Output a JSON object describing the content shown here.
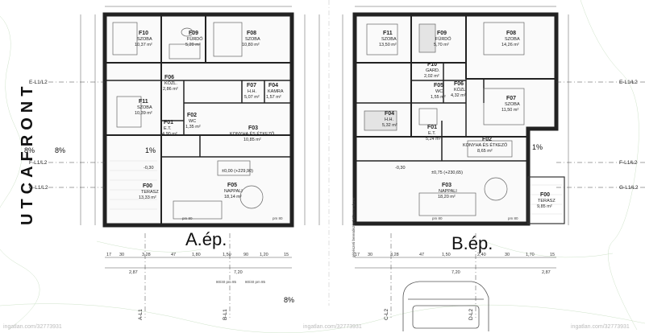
{
  "street_label": "UTCAFRONT",
  "buildings": [
    {
      "label": "A.ép."
    },
    {
      "label": "B.ép."
    }
  ],
  "rooms_a": [
    {
      "code": "F10",
      "name": "SZOBA",
      "area": "10,37 m²"
    },
    {
      "code": "F09",
      "name": "FÜRDŐ",
      "area": "5,20 m²"
    },
    {
      "code": "F08",
      "name": "SZOBA",
      "area": "10,80 m²"
    },
    {
      "code": "F06",
      "name": "KÖZL.",
      "area": "2,86 m²"
    },
    {
      "code": "F07",
      "name": "H.H.",
      "area": "5,07 m²"
    },
    {
      "code": "F04",
      "name": "KAMRA",
      "area": "1,57 m²"
    },
    {
      "code": "F11",
      "name": "SZOBA",
      "area": "10,39 m²"
    },
    {
      "code": "F02",
      "name": "WC",
      "area": "1,35 m²"
    },
    {
      "code": "F01",
      "name": "E.T.",
      "area": "4,90 m²"
    },
    {
      "code": "F03",
      "name": "KONYHA ÉS ÉTKEZŐ",
      "area": "10,85 m²"
    },
    {
      "code": "F00",
      "name": "TERASZ",
      "area": "13,33 m²"
    },
    {
      "code": "F05",
      "name": "NAPPALI",
      "area": "18,14 m²"
    }
  ],
  "rooms_b": [
    {
      "code": "F11",
      "name": "SZOBA",
      "area": "13,50 m²"
    },
    {
      "code": "F09",
      "name": "FÜRDŐ",
      "area": "5,70 m²"
    },
    {
      "code": "F08",
      "name": "SZOBA",
      "area": "14,26 m²"
    },
    {
      "code": "F10",
      "name": "GARD.",
      "area": "2,02 m²"
    },
    {
      "code": "F05",
      "name": "WC",
      "area": "1,55 m²"
    },
    {
      "code": "F06",
      "name": "KÖZL.",
      "area": "4,32 m²"
    },
    {
      "code": "F07",
      "name": "SZOBA",
      "area": "11,50 m²"
    },
    {
      "code": "F04",
      "name": "H.H.",
      "area": "5,32 m²"
    },
    {
      "code": "F01",
      "name": "E.T.",
      "area": "5,24 m²"
    },
    {
      "code": "F02",
      "name": "KONYHA ÉS ÉTKEZŐ",
      "area": "8,65 m²"
    },
    {
      "code": "F03",
      "name": "NAPPALI",
      "area": "18,20 m²"
    },
    {
      "code": "F00",
      "name": "TERASZ",
      "area": "9,85 m²"
    }
  ],
  "elevations": {
    "a_floor": "±0,00 (+229,90)",
    "a_terrace": "-0,30",
    "b_floor": "±0,75 (+230,65)",
    "b_terrace": "-0,30"
  },
  "slopes": [
    "8%",
    "1%",
    "8%",
    "1%",
    "8%"
  ],
  "section_lines_left": [
    "E-L1/L2",
    "F-L1/L2",
    "G-L1/L2"
  ],
  "section_lines_right": [
    "E-L1/L2",
    "F-L1/L2",
    "G-L1/L2"
  ],
  "section_lines_bottom": [
    "A-L1",
    "B-L1",
    "C-L2",
    "D-L2"
  ],
  "bottom_dims_a_1": [
    "17",
    "30",
    "3,28",
    "47",
    "1,80",
    "1,50",
    "90",
    "1,20",
    "15"
  ],
  "bottom_dims_a_2": [
    "2,87",
    "7,20"
  ],
  "bottom_dims_b_1": [
    "17",
    "30",
    "3,28",
    "47",
    "1,50",
    "2,40",
    "30",
    "1,70",
    "15"
  ],
  "bottom_dims_b_2": [
    "7,20",
    "2,87"
  ],
  "door_tags": [
    "80/40 pm 85",
    "80/40 pm 85",
    "pm 80",
    "pm 80",
    "pm 80",
    "pm 80"
  ],
  "edge_notes": [
    "gépészeti berendezés külön rendszer"
  ],
  "watermark": "ingatlan.com/32773931"
}
